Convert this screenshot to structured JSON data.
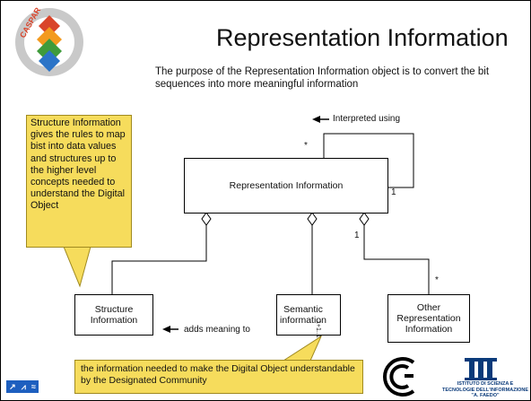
{
  "logo": {
    "brand_text": "CASPAR"
  },
  "title": "Representation Information",
  "subtitle": "The purpose of the Representation Information object is to convert the bit sequences into more meaningful information",
  "diagram": {
    "interpreted_using": "Interpreted using",
    "star_top": "*",
    "one_right": "1",
    "rep_info_box": "Representation Information",
    "one_mid": "1",
    "star_other": "*",
    "structure_box": "Structure Information",
    "semantic_box": "Semantic information",
    "other_box": "Other Representation Information",
    "adds_meaning_to": "adds meaning to",
    "multiplicity_semantic": "1+1..1"
  },
  "callouts": {
    "structure": "Structure Information gives the rules to map bist into data values and structures up to the higher level concepts needed to understand the Digital Object",
    "semantic": "the information needed to make the Digital Object understandable by the Designated Community"
  },
  "footer": {
    "left_logo_glyphs": [
      "↗",
      "⩘",
      "≈"
    ],
    "isti_text": "ISTITUTO DI SCIENZA E TECNOLOGIE DELL'INFORMAZIONE \"A. FAEDO\""
  },
  "colors": {
    "callout": "#f6dc5c",
    "logo_red": "#d9442a",
    "logo_orange": "#f39a1e",
    "logo_green": "#3f9b3b",
    "logo_blue": "#2b74c7",
    "isti_blue": "#0a3a7a"
  }
}
